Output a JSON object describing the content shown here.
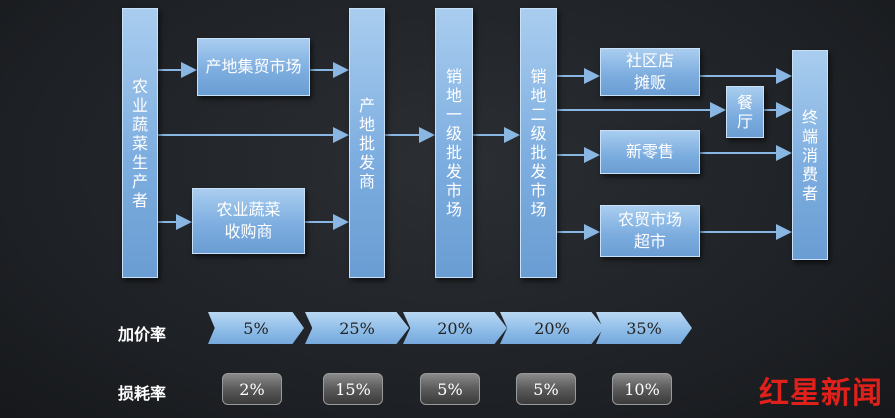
{
  "nodes": {
    "producer": "农业蔬菜生产者",
    "origin_market": "产地集贸市场",
    "purchaser": "农业蔬菜\n收购商",
    "origin_wholesaler": "产地批发商",
    "primary_wholesale": "销地一级批发市场",
    "secondary_wholesale": "销地二级批发市场",
    "community_store": "社区店\n摊贩",
    "restaurant": "餐厅",
    "new_retail": "新零售",
    "farmers_market": "农贸市场\n超市",
    "consumer": "终端消费者"
  },
  "markup": {
    "label": "加价率",
    "values": [
      "5%",
      "25%",
      "20%",
      "20%",
      "35%"
    ]
  },
  "loss": {
    "label": "损耗率",
    "values": [
      "2%",
      "15%",
      "5%",
      "5%",
      "10%"
    ]
  },
  "logo_text": "红星新闻",
  "colors": {
    "box": "#7eaee0",
    "arrow": "#8ab6e3",
    "logo": "#e0201a"
  }
}
